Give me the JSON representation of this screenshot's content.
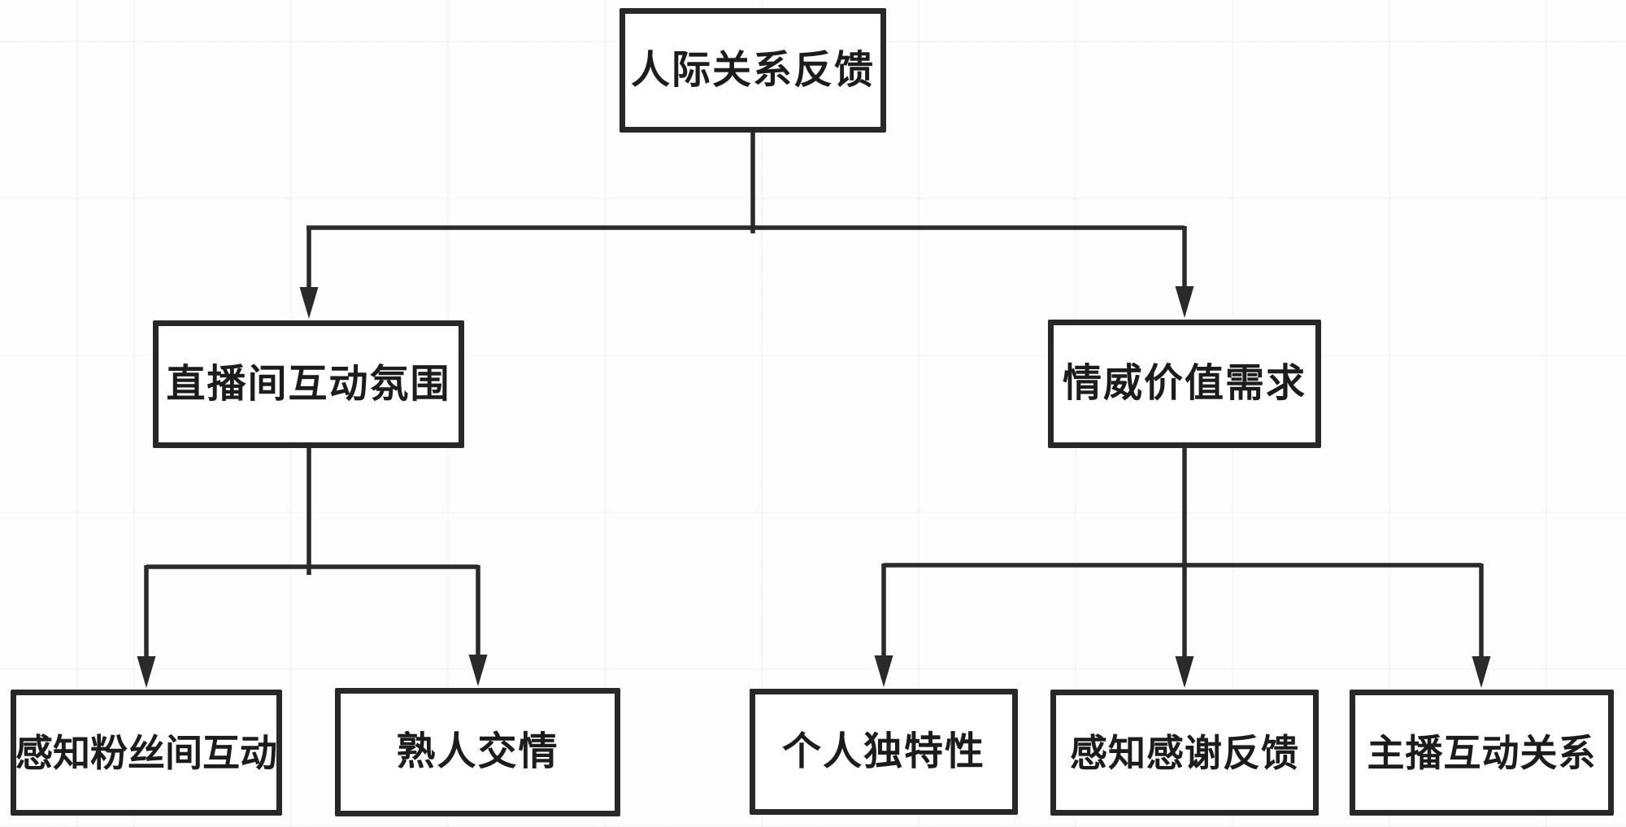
{
  "diagram": {
    "type": "tree-flowchart",
    "orientation": "top-down",
    "root": {
      "id": "root",
      "label": "人际关系反馈"
    },
    "level2": [
      {
        "id": "l2-left",
        "label": "直播间互动氛围",
        "parent": "root"
      },
      {
        "id": "l2-right",
        "label": "情威价值需求",
        "parent": "root"
      }
    ],
    "level3": [
      {
        "id": "l3-1",
        "label": "感知粉丝间互动",
        "parent": "l2-left"
      },
      {
        "id": "l3-2",
        "label": "熟人交情",
        "parent": "l2-left"
      },
      {
        "id": "l3-3",
        "label": "个人独特性",
        "parent": "l2-right"
      },
      {
        "id": "l3-4",
        "label": "感知感谢反馈",
        "parent": "l2-right"
      },
      {
        "id": "l3-5",
        "label": "主播互动关系",
        "parent": "l2-right"
      }
    ],
    "edges": [
      {
        "from": "root",
        "to": "l2-left",
        "style": "elbow-arrow"
      },
      {
        "from": "root",
        "to": "l2-right",
        "style": "elbow-arrow"
      },
      {
        "from": "l2-left",
        "to": "l3-1",
        "style": "elbow-arrow"
      },
      {
        "from": "l2-left",
        "to": "l3-2",
        "style": "elbow-arrow"
      },
      {
        "from": "l2-right",
        "to": "l3-3",
        "style": "elbow-arrow"
      },
      {
        "from": "l2-right",
        "to": "l3-4",
        "style": "straight-arrow"
      },
      {
        "from": "l2-right",
        "to": "l3-5",
        "style": "elbow-arrow"
      }
    ],
    "colors": {
      "line": "#2a2a2a",
      "box_border": "#282828",
      "box_fill": "#ffffff",
      "text": "#1c1c1c",
      "background": "#fdfdfd"
    }
  }
}
